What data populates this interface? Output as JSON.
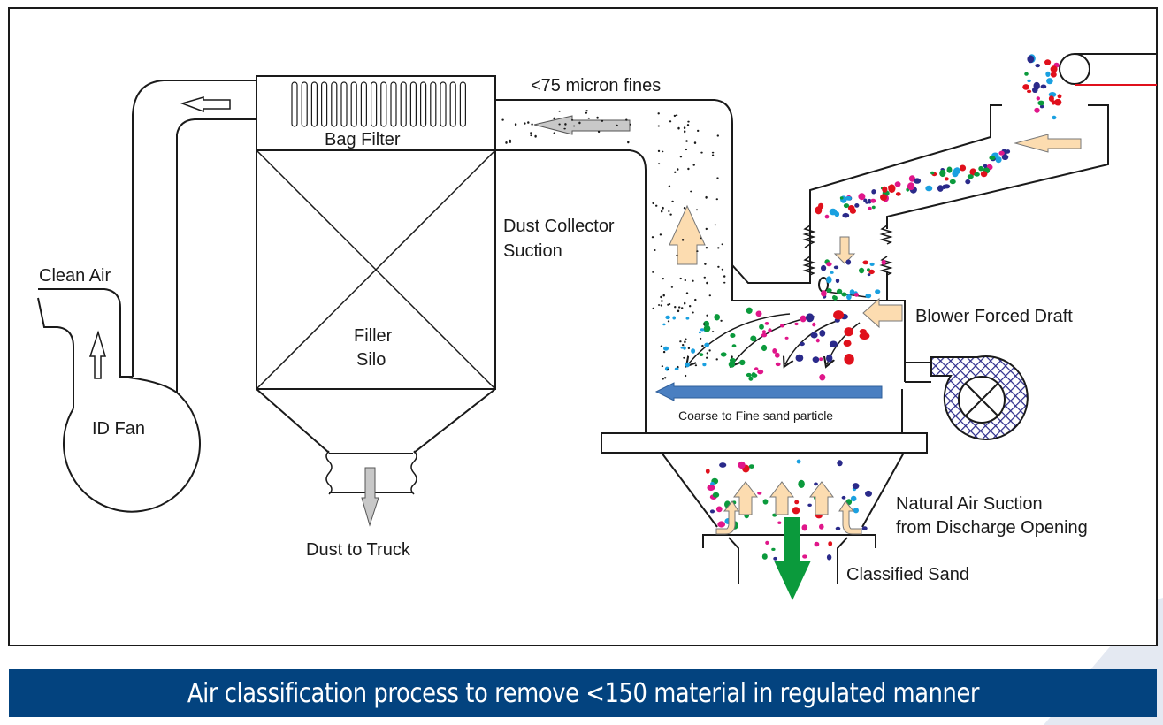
{
  "colors": {
    "frame": "#1a1a1a",
    "caption_bg": "#03437f",
    "caption_text": "#ffffff",
    "air_arrow": "#fcdcb0",
    "dust_arrow": "#c8c8c8",
    "flow_arrow_blue": "#4a7fc1",
    "sand_arrow_green": "#0b9a3c",
    "blower_mesh": "#2a2a8a",
    "conveyor_red": "#e0101c",
    "swoosh": "#e4e9f2",
    "particles": [
      "#2a2a8a",
      "#e0101c",
      "#e0168a",
      "#0b9a3c",
      "#1aa0e0",
      "#1a1a1a"
    ]
  },
  "labels": {
    "clean_air": "Clean Air",
    "id_fan": "ID Fan",
    "bag_filter": "Bag Filter",
    "filler_silo_line1": "Filler",
    "filler_silo_line2": "Silo",
    "dust_to_truck": "Dust to Truck",
    "fines": "<75 micron fines",
    "dust_collector_line1": "Dust Collector",
    "dust_collector_line2": "Suction",
    "blower_forced_draft": "Blower Forced Draft",
    "coarse_to_fine": "Coarse to Fine sand particle",
    "natural_air_line1": "Natural Air Suction",
    "natural_air_line2": "from Discharge Opening",
    "classified_sand": "Classified Sand"
  },
  "components": [
    {
      "id": "id-fan",
      "name": "ID Fan"
    },
    {
      "id": "bag-filter",
      "name": "Bag Filter",
      "bag_count": 18
    },
    {
      "id": "filler-silo",
      "name": "Filler Silo"
    },
    {
      "id": "classifier-chamber",
      "name": "Air Classifier"
    },
    {
      "id": "blower",
      "name": "Blower"
    },
    {
      "id": "feed-conveyor",
      "name": "Feed Conveyor"
    }
  ],
  "caption": "Air classification process to remove <150 material in regulated manner"
}
